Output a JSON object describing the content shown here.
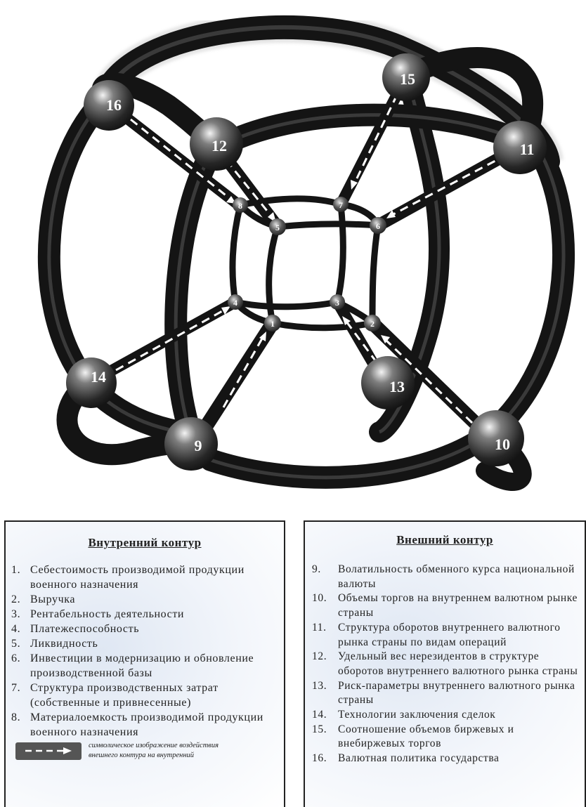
{
  "colors": {
    "ring": "#141414",
    "node": "#2a2a2a",
    "node_highlight": "#ffffff",
    "arrow": "#ffffff",
    "panel_tint": "#dfe7f3",
    "text": "#222222"
  },
  "diagram": {
    "outer_nodes": [
      "9",
      "10",
      "11",
      "12",
      "13",
      "14",
      "15",
      "16"
    ],
    "inner_nodes": [
      "1",
      "2",
      "3",
      "4",
      "5",
      "6",
      "7",
      "8"
    ],
    "influence_arrows": [
      {
        "from": "9",
        "to": "1"
      },
      {
        "from": "10",
        "to": "2"
      },
      {
        "from": "11",
        "to": "6"
      },
      {
        "from": "12",
        "to": "5"
      },
      {
        "from": "13",
        "to": "3"
      },
      {
        "from": "14",
        "to": "4"
      },
      {
        "from": "15",
        "to": "7"
      },
      {
        "from": "16",
        "to": "8"
      }
    ]
  },
  "inner": {
    "title": "Внутренний контур",
    "items": [
      {
        "num": "1.",
        "text": "Себестоимость производимой продукции военного назначения"
      },
      {
        "num": "2.",
        "text": "Выручка"
      },
      {
        "num": "3.",
        "text": "Рентабельность деятельности"
      },
      {
        "num": "4.",
        "text": "Платежеспособность"
      },
      {
        "num": "5.",
        "text": "Ликвидность"
      },
      {
        "num": "6.",
        "text": "Инвестиции в модернизацию и обновление производственной базы"
      },
      {
        "num": "7.",
        "text": "Структура производственных затрат (собственные и привнесенные)"
      },
      {
        "num": "8.",
        "text": "Материалоемкость производимой продукции военного назначения"
      }
    ],
    "legend_text": "символическое изображение воздействия внешнего контура на внутренний",
    "legend_icon": "dashed-arrow-icon"
  },
  "outer": {
    "title": "Внешний контур",
    "items": [
      {
        "num": "9.",
        "text": "Волатильность обменного курса национальной валюты"
      },
      {
        "num": "10.",
        "text": "Объемы торгов на внутреннем валютном рынке страны"
      },
      {
        "num": "11.",
        "text": "Структура оборотов внутреннего валютного рынка страны по видам операций"
      },
      {
        "num": "12.",
        "text": "Удельный вес нерезидентов в структуре оборотов внутреннего валютного рынка страны"
      },
      {
        "num": "13.",
        "text": "Риск-параметры внутреннего валютного рынка страны"
      },
      {
        "num": "14.",
        "text": "Технологии заключения сделок"
      },
      {
        "num": "15.",
        "text": "Соотношение объемов биржевых и внебиржевых торгов"
      },
      {
        "num": "16.",
        "text": "Валютная политика государства"
      }
    ]
  }
}
